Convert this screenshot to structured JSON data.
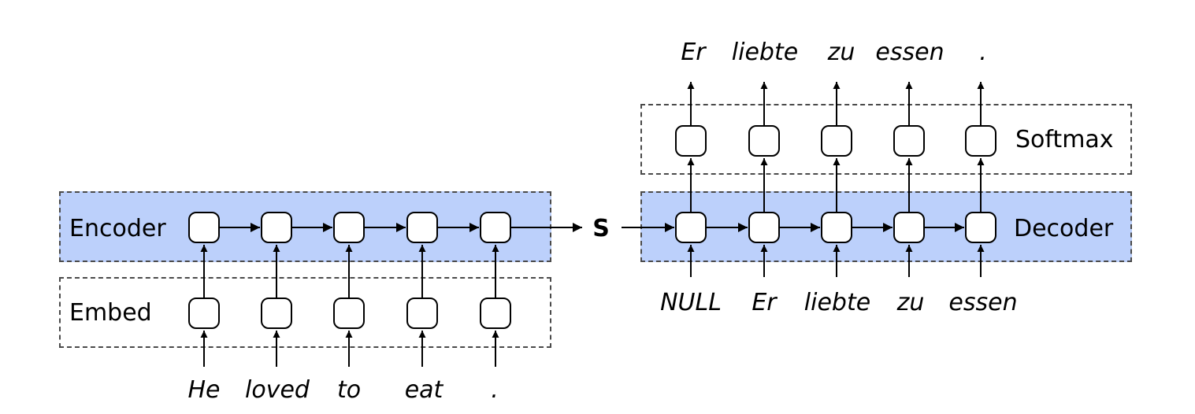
{
  "colors": {
    "rnn_band": "#bcd0fb",
    "outline": "#000000",
    "dashed_border": "#4a4a4a"
  },
  "encoder": {
    "label": "Encoder",
    "embed_label": "Embed",
    "inputs": [
      "He",
      "loved",
      "to",
      "eat",
      "."
    ]
  },
  "state_label": "S",
  "decoder": {
    "label": "Decoder",
    "softmax_label": "Softmax",
    "inputs": [
      "NULL",
      "Er",
      "liebte",
      "zu",
      "essen"
    ],
    "outputs": [
      "Er",
      "liebte",
      "zu",
      "essen",
      "."
    ]
  }
}
